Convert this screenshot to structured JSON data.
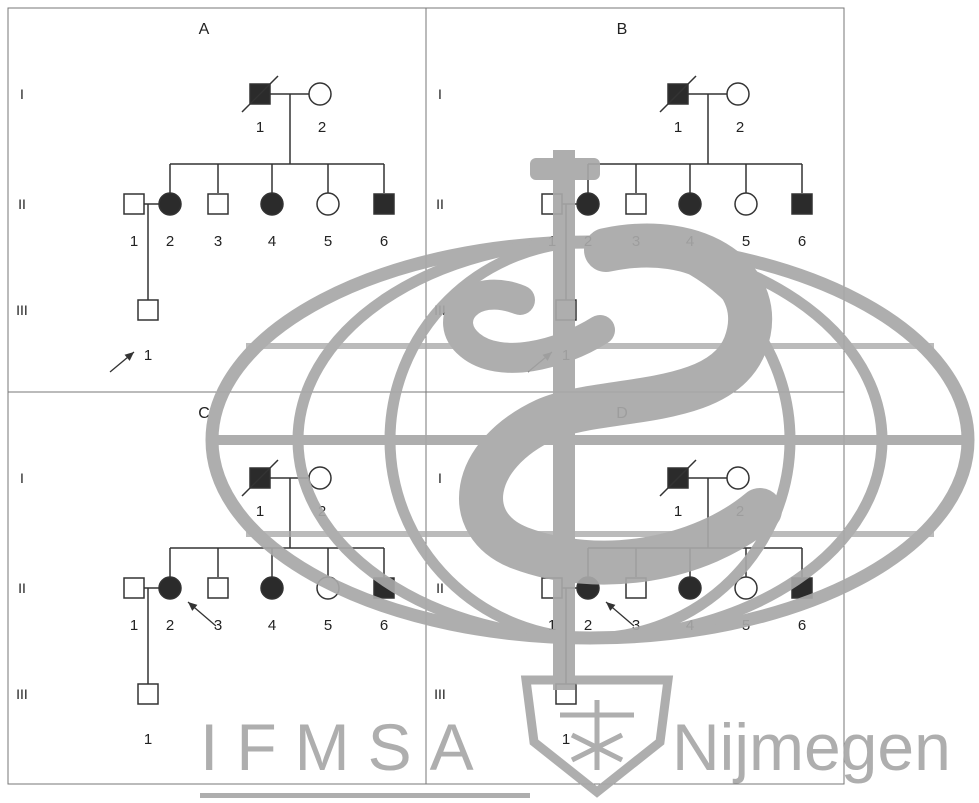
{
  "figure": {
    "generations": [
      "I",
      "II",
      "III"
    ],
    "panels": [
      {
        "label": "A",
        "gen1": [
          {
            "n": "1",
            "sex": "male",
            "affected": true,
            "deceased": true
          },
          {
            "n": "2",
            "sex": "female",
            "affected": false
          }
        ],
        "gen2": [
          {
            "n": "1",
            "sex": "male",
            "affected": false
          },
          {
            "n": "2",
            "sex": "female",
            "affected": true
          },
          {
            "n": "3",
            "sex": "male",
            "affected": false
          },
          {
            "n": "4",
            "sex": "female",
            "affected": true
          },
          {
            "n": "5",
            "sex": "female",
            "affected": false
          },
          {
            "n": "6",
            "sex": "male",
            "affected": true
          }
        ],
        "gen3": [
          {
            "n": "1",
            "sex": "male",
            "affected": false
          }
        ],
        "proband": "III-1"
      },
      {
        "label": "B",
        "gen1": [
          {
            "n": "1",
            "sex": "male",
            "affected": true,
            "deceased": true
          },
          {
            "n": "2",
            "sex": "female",
            "affected": false
          }
        ],
        "gen2": [
          {
            "n": "1",
            "sex": "male",
            "affected": false
          },
          {
            "n": "2",
            "sex": "female",
            "affected": true
          },
          {
            "n": "3",
            "sex": "male",
            "affected": false
          },
          {
            "n": "4",
            "sex": "female",
            "affected": true
          },
          {
            "n": "5",
            "sex": "female",
            "affected": false
          },
          {
            "n": "6",
            "sex": "male",
            "affected": true
          }
        ],
        "gen3": [
          {
            "n": "1",
            "sex": "male",
            "affected": false
          }
        ],
        "proband": "III-1"
      },
      {
        "label": "C",
        "gen1": [
          {
            "n": "1",
            "sex": "male",
            "affected": true,
            "deceased": true
          },
          {
            "n": "2",
            "sex": "female",
            "affected": false
          }
        ],
        "gen2": [
          {
            "n": "1",
            "sex": "male",
            "affected": false
          },
          {
            "n": "2",
            "sex": "female",
            "affected": true
          },
          {
            "n": "3",
            "sex": "male",
            "affected": false
          },
          {
            "n": "4",
            "sex": "female",
            "affected": true
          },
          {
            "n": "5",
            "sex": "female",
            "affected": false
          },
          {
            "n": "6",
            "sex": "male",
            "affected": true
          }
        ],
        "gen3": [
          {
            "n": "1",
            "sex": "male",
            "affected": false
          }
        ],
        "proband": "II-2"
      },
      {
        "label": "D",
        "gen1": [
          {
            "n": "1",
            "sex": "male",
            "affected": true,
            "deceased": true
          },
          {
            "n": "2",
            "sex": "female",
            "affected": false
          }
        ],
        "gen2": [
          {
            "n": "1",
            "sex": "male",
            "affected": false
          },
          {
            "n": "2",
            "sex": "female",
            "affected": true
          },
          {
            "n": "3",
            "sex": "male",
            "affected": false
          },
          {
            "n": "4",
            "sex": "female",
            "affected": true
          },
          {
            "n": "5",
            "sex": "female",
            "affected": false
          },
          {
            "n": "6",
            "sex": "male",
            "affected": true
          }
        ],
        "gen3": [
          {
            "n": "1",
            "sex": "male",
            "affected": false
          }
        ],
        "proband": "II-2"
      }
    ]
  },
  "watermark": {
    "left_text": "IFMSA",
    "right_text": "Nijmegen",
    "color": "#a8a8a8"
  },
  "colors": {
    "affected": "#2b2b2b",
    "line": "#333333",
    "panel_border": "#777777"
  }
}
